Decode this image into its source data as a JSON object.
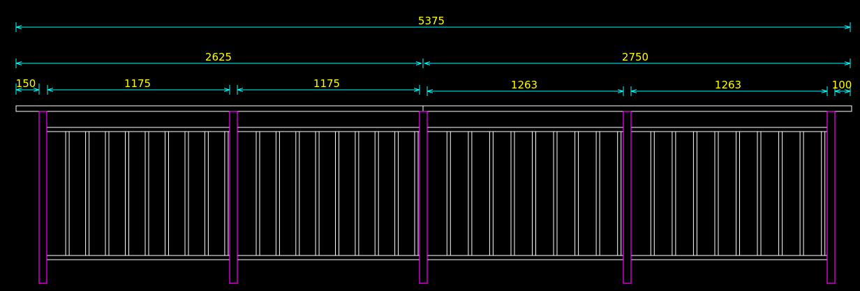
{
  "drawing": {
    "background": "#000000",
    "dimension_color": "#00FFFF",
    "text_color": "#FFFF00",
    "post_color": "#FF00FF",
    "rail_color": "#FFFFFF",
    "dimensions": {
      "overall": "5375",
      "left_half": "2625",
      "right_half": "2750",
      "seg_150": "150",
      "seg_1175_a": "1175",
      "seg_1175_b": "1175",
      "seg_1263_a": "1263",
      "seg_1263_b": "1263",
      "seg_100": "100"
    }
  }
}
